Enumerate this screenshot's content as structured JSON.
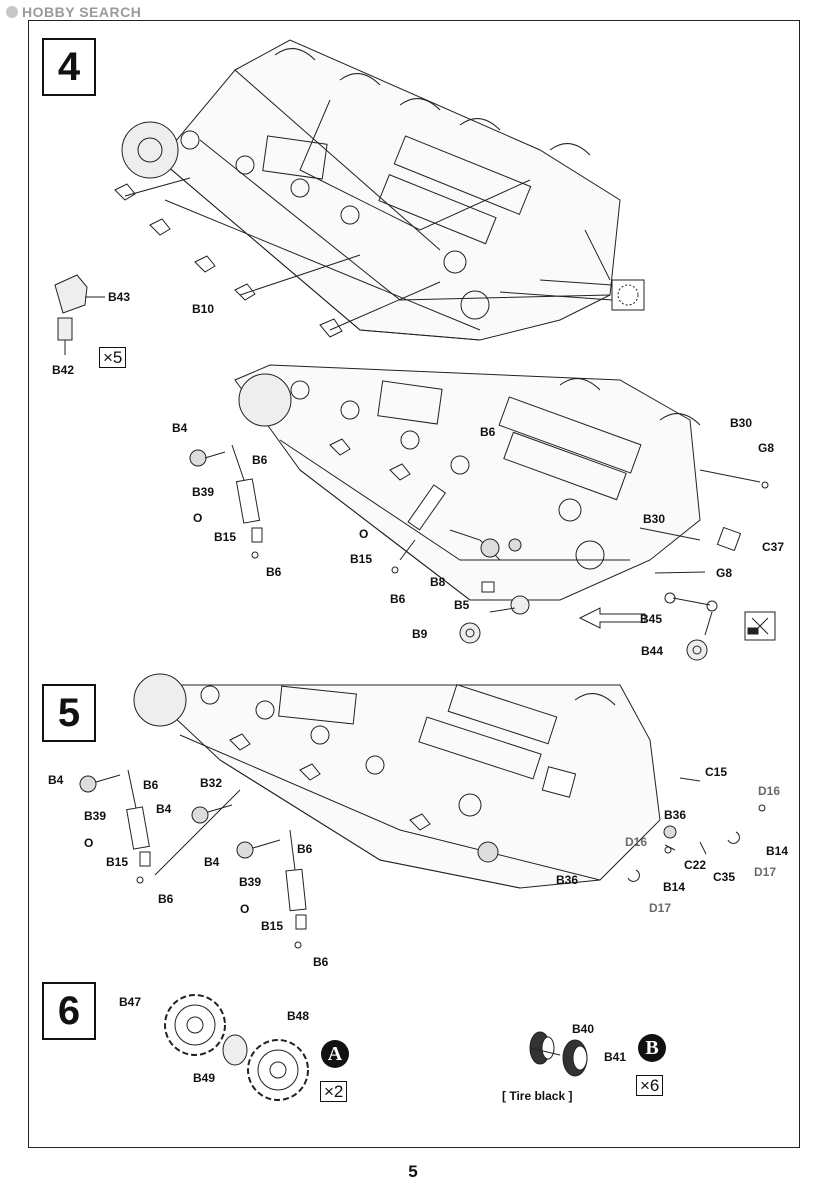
{
  "header": {
    "brand": "HOBBY SEARCH"
  },
  "page_number": "5",
  "steps": [
    {
      "number": "4",
      "multiplier": "×5"
    },
    {
      "number": "5"
    },
    {
      "number": "6",
      "multiplier_a": "×2",
      "multiplier_b": "×6",
      "badge_a": "A",
      "badge_b": "B",
      "paint_note": "[ Tire black ]"
    }
  ],
  "labels": {
    "s4a": {
      "b43": "B43",
      "b42": "B42",
      "b10": "B10"
    },
    "s4b": {
      "b4": "B4",
      "b6a": "B6",
      "b39": "B39",
      "o1": "O",
      "b15a": "B15",
      "b6b": "B6",
      "b6c": "B6",
      "o2": "O",
      "b15b": "B15",
      "b6d": "B6",
      "b8": "B8",
      "b5": "B5",
      "b9": "B9",
      "b30a": "B30",
      "g8a": "G8",
      "b30b": "B30",
      "c37": "C37",
      "g8b": "G8",
      "b45": "B45",
      "b44": "B44"
    },
    "s5": {
      "b4a": "B4",
      "b6a": "B6",
      "b39a": "B39",
      "o1": "O",
      "b15a": "B15",
      "b6b": "B6",
      "b32": "B32",
      "b4b": "B4",
      "b4c": "B4",
      "b6c": "B6",
      "b39b": "B39",
      "o2": "O",
      "b15b": "B15",
      "b6d": "B6",
      "c15": "C15",
      "d16a": "D16",
      "b36a": "B36",
      "b14a": "B14",
      "d16b": "D16",
      "c22": "C22",
      "c35": "C35",
      "d17a": "D17",
      "b14b": "B14",
      "b36b": "B36",
      "d17b": "D17"
    },
    "s6": {
      "b47": "B47",
      "b48": "B48",
      "b49": "B49",
      "b40": "B40",
      "b41": "B41"
    }
  }
}
